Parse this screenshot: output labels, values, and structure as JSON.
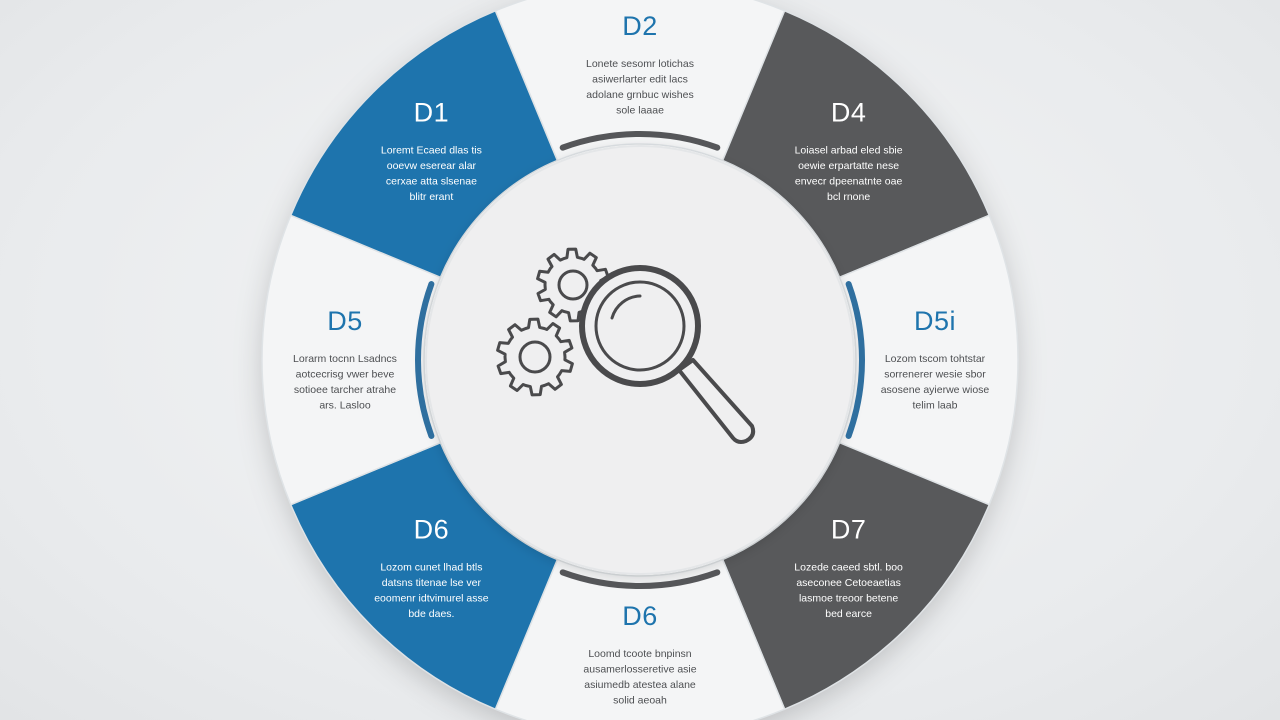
{
  "colors": {
    "blue": "#1e74ad",
    "dark": "#58595b",
    "light": "#f4f5f6",
    "hub": "#efeff0",
    "icon": "#4a4a4c",
    "rim": "#2f6f9f"
  },
  "center_icon": {
    "name": "gears-magnifier-icon"
  },
  "segments": [
    {
      "title": "D2",
      "theme": "light",
      "lines": [
        "Lonete sesomr lotichas",
        "asiwerlarter edit lacs",
        "adolane grnbuc wishes",
        "sole laaae"
      ]
    },
    {
      "title": "D4",
      "theme": "dark",
      "lines": [
        "Loiasel arbad eled sbie",
        "oewie erpartatte nese",
        "envecr dpeenatnte oae",
        "bcl rnone"
      ]
    },
    {
      "title": "D5i",
      "theme": "light",
      "lines": [
        "Lozom tscom tohtstar",
        "sorrenerer wesie sbor",
        "asosene ayierwe wiose",
        "telim laab"
      ]
    },
    {
      "title": "D7",
      "theme": "dark",
      "lines": [
        "Lozede caeed sbtl. boo",
        "aseconee Cetoeaetias",
        "lasmoe treoor betene",
        "bed earce"
      ]
    },
    {
      "title": "D6",
      "theme": "light",
      "lines": [
        "Loomd tcoote bnpinsn",
        "ausamerlosseretive asie",
        "asiumedb atestea alane",
        "solid aeoah"
      ]
    },
    {
      "title": "D6",
      "theme": "blue",
      "lines": [
        "Lozom cunet lhad btls",
        "datsns titenae lse ver",
        "eoomenr idtvimurel asse",
        "bde daes."
      ]
    },
    {
      "title": "D5",
      "theme": "light",
      "lines": [
        "Lorarm tocnn Lsadncs",
        "aotcecrisg vwer beve",
        "sotioee tarcher atrahe",
        "ars. Lasloo"
      ]
    },
    {
      "title": "D1",
      "theme": "blue",
      "lines": [
        "Loremt Ecaed dlas tis",
        "ooevw eserear alar",
        "cerxae atta slsenae",
        "blitr erant"
      ]
    }
  ]
}
